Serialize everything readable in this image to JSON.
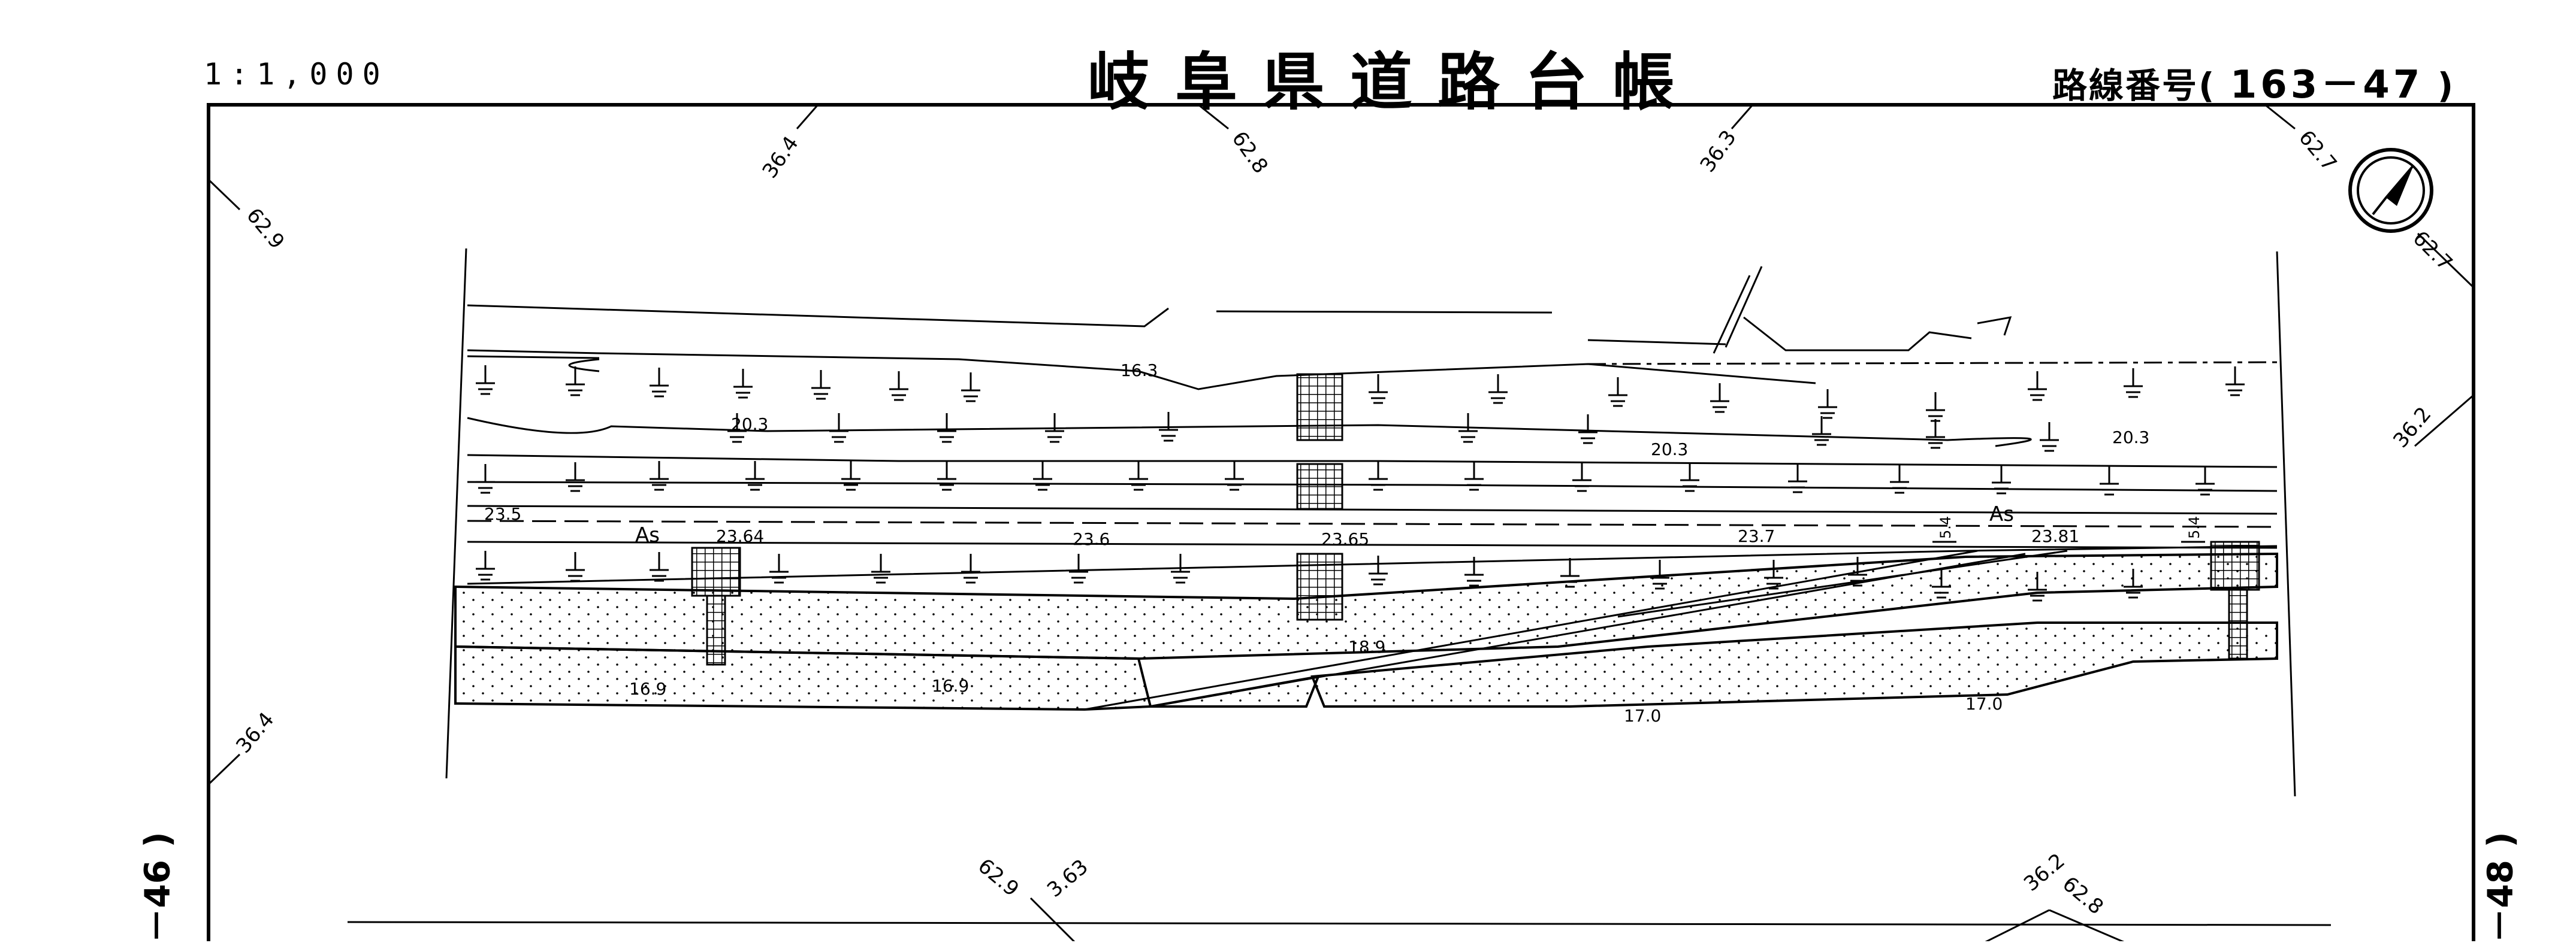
{
  "header": {
    "scale": "1:1,000",
    "title": "岐阜県道路台帳",
    "route_label": "路線番号(",
    "route_number": "163－47",
    "route_close": ")"
  },
  "adjacent_sheets": {
    "left": "－46 )",
    "right": "－48 )"
  },
  "colors": {
    "ink": "#000000",
    "paper": "#ffffff"
  },
  "icons": {
    "north_arrow": "north-arrow-icon"
  },
  "map": {
    "grid_labels": [
      "36.4",
      "62.8",
      "36.3",
      "62.7",
      "62.9",
      "62.7",
      "36.2",
      "36.4",
      "62.9",
      "3.63",
      "36.2",
      "62.8"
    ],
    "elevations": [
      "16.3",
      "20.3",
      "20.3",
      "20.3",
      "23.5",
      "23.64",
      "23.6",
      "23.65",
      "23.7",
      "23.81",
      "18.9",
      "16.9",
      "16.9",
      "17.0",
      "17.0"
    ],
    "pavement": [
      "As",
      "As"
    ],
    "widths": [
      "5.4",
      "5.4"
    ]
  }
}
